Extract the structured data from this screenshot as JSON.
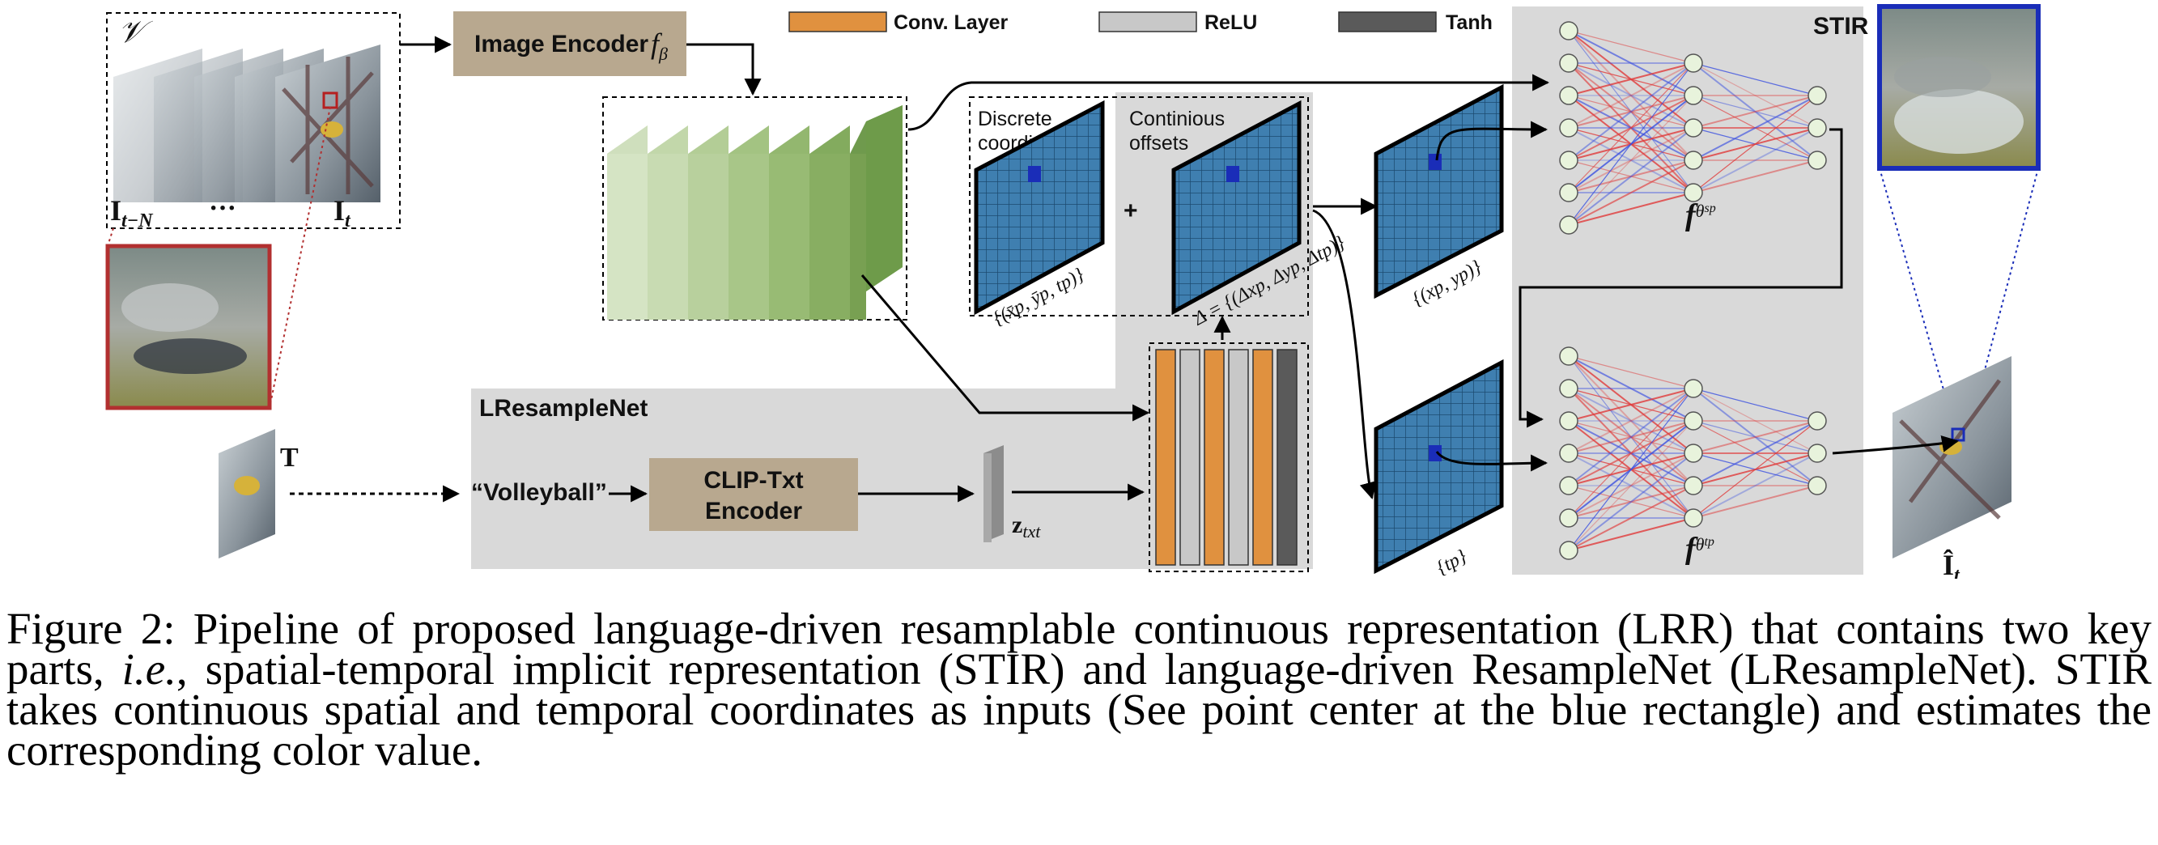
{
  "figure": {
    "video_label": "𝒱",
    "frame_first_label": "I",
    "frame_first_sub": "t−N",
    "frame_dots": "···",
    "frame_last_label": "I",
    "frame_last_sub": "t",
    "image_encoder_label": "Image Encoder",
    "image_encoder_fn": "f",
    "image_encoder_fn_sub": "β",
    "legend": [
      {
        "label": "Conv. Layer",
        "color": "#e0913f"
      },
      {
        "label": "ReLU",
        "color": "#c8c8c8"
      },
      {
        "label": "Tanh",
        "color": "#5a5a5a"
      }
    ],
    "discrete_label_line1": "Discrete",
    "discrete_label_line2": "coordinates",
    "continuous_label_line1": "Continious",
    "continuous_label_line2": "offsets",
    "plus": "+",
    "discrete_set": "{(x̄p, ȳp, tp)}",
    "offset_set": "Δ = {(Δxp, Δyp, Δtp)}",
    "xy_set": "{(xp, yp)}",
    "t_set": "{tp}",
    "stir_label": "STIR",
    "f_sp": "f",
    "f_sp_sub": "θ",
    "f_sp_subsub": "sp",
    "f_tp": "f",
    "f_tp_sub": "θ",
    "f_tp_subsub": "tp",
    "lresample_label": "LResampleNet",
    "text_input_label": "T",
    "volleyball_label": "“Volleyball”",
    "clip_line1": "CLIP-Txt",
    "clip_line2": "Encoder",
    "ztxt_label": "z",
    "ztxt_sub": "txt",
    "output_label": "Î",
    "output_sub": "t",
    "colors": {
      "encoder_box": "#b8a88f",
      "feature_green": "#7fa45a",
      "grid_blue": "#3f7fb0",
      "grid_line": "#1c4a70",
      "panel_gray": "#d9d9d9",
      "red_line": "#e03a3a",
      "blue_line": "#3a4fe0",
      "highlight_blue": "#1a2db8"
    }
  },
  "caption": {
    "line1": "Figure 2: Pipeline of proposed language-driven resamplable continuous representation (LRR) that",
    "line2_a": "contains two key parts, ",
    "line2_ie": "i.e.",
    "line2_b": ", spatial-temporal implicit representation (STIR) and language-driven",
    "line3": "ResampleNet (LResampleNet). STIR takes continuous spatial and temporal coordinates as inputs",
    "line4": "(See point center at the blue rectangle) and estimates the corresponding color value."
  }
}
